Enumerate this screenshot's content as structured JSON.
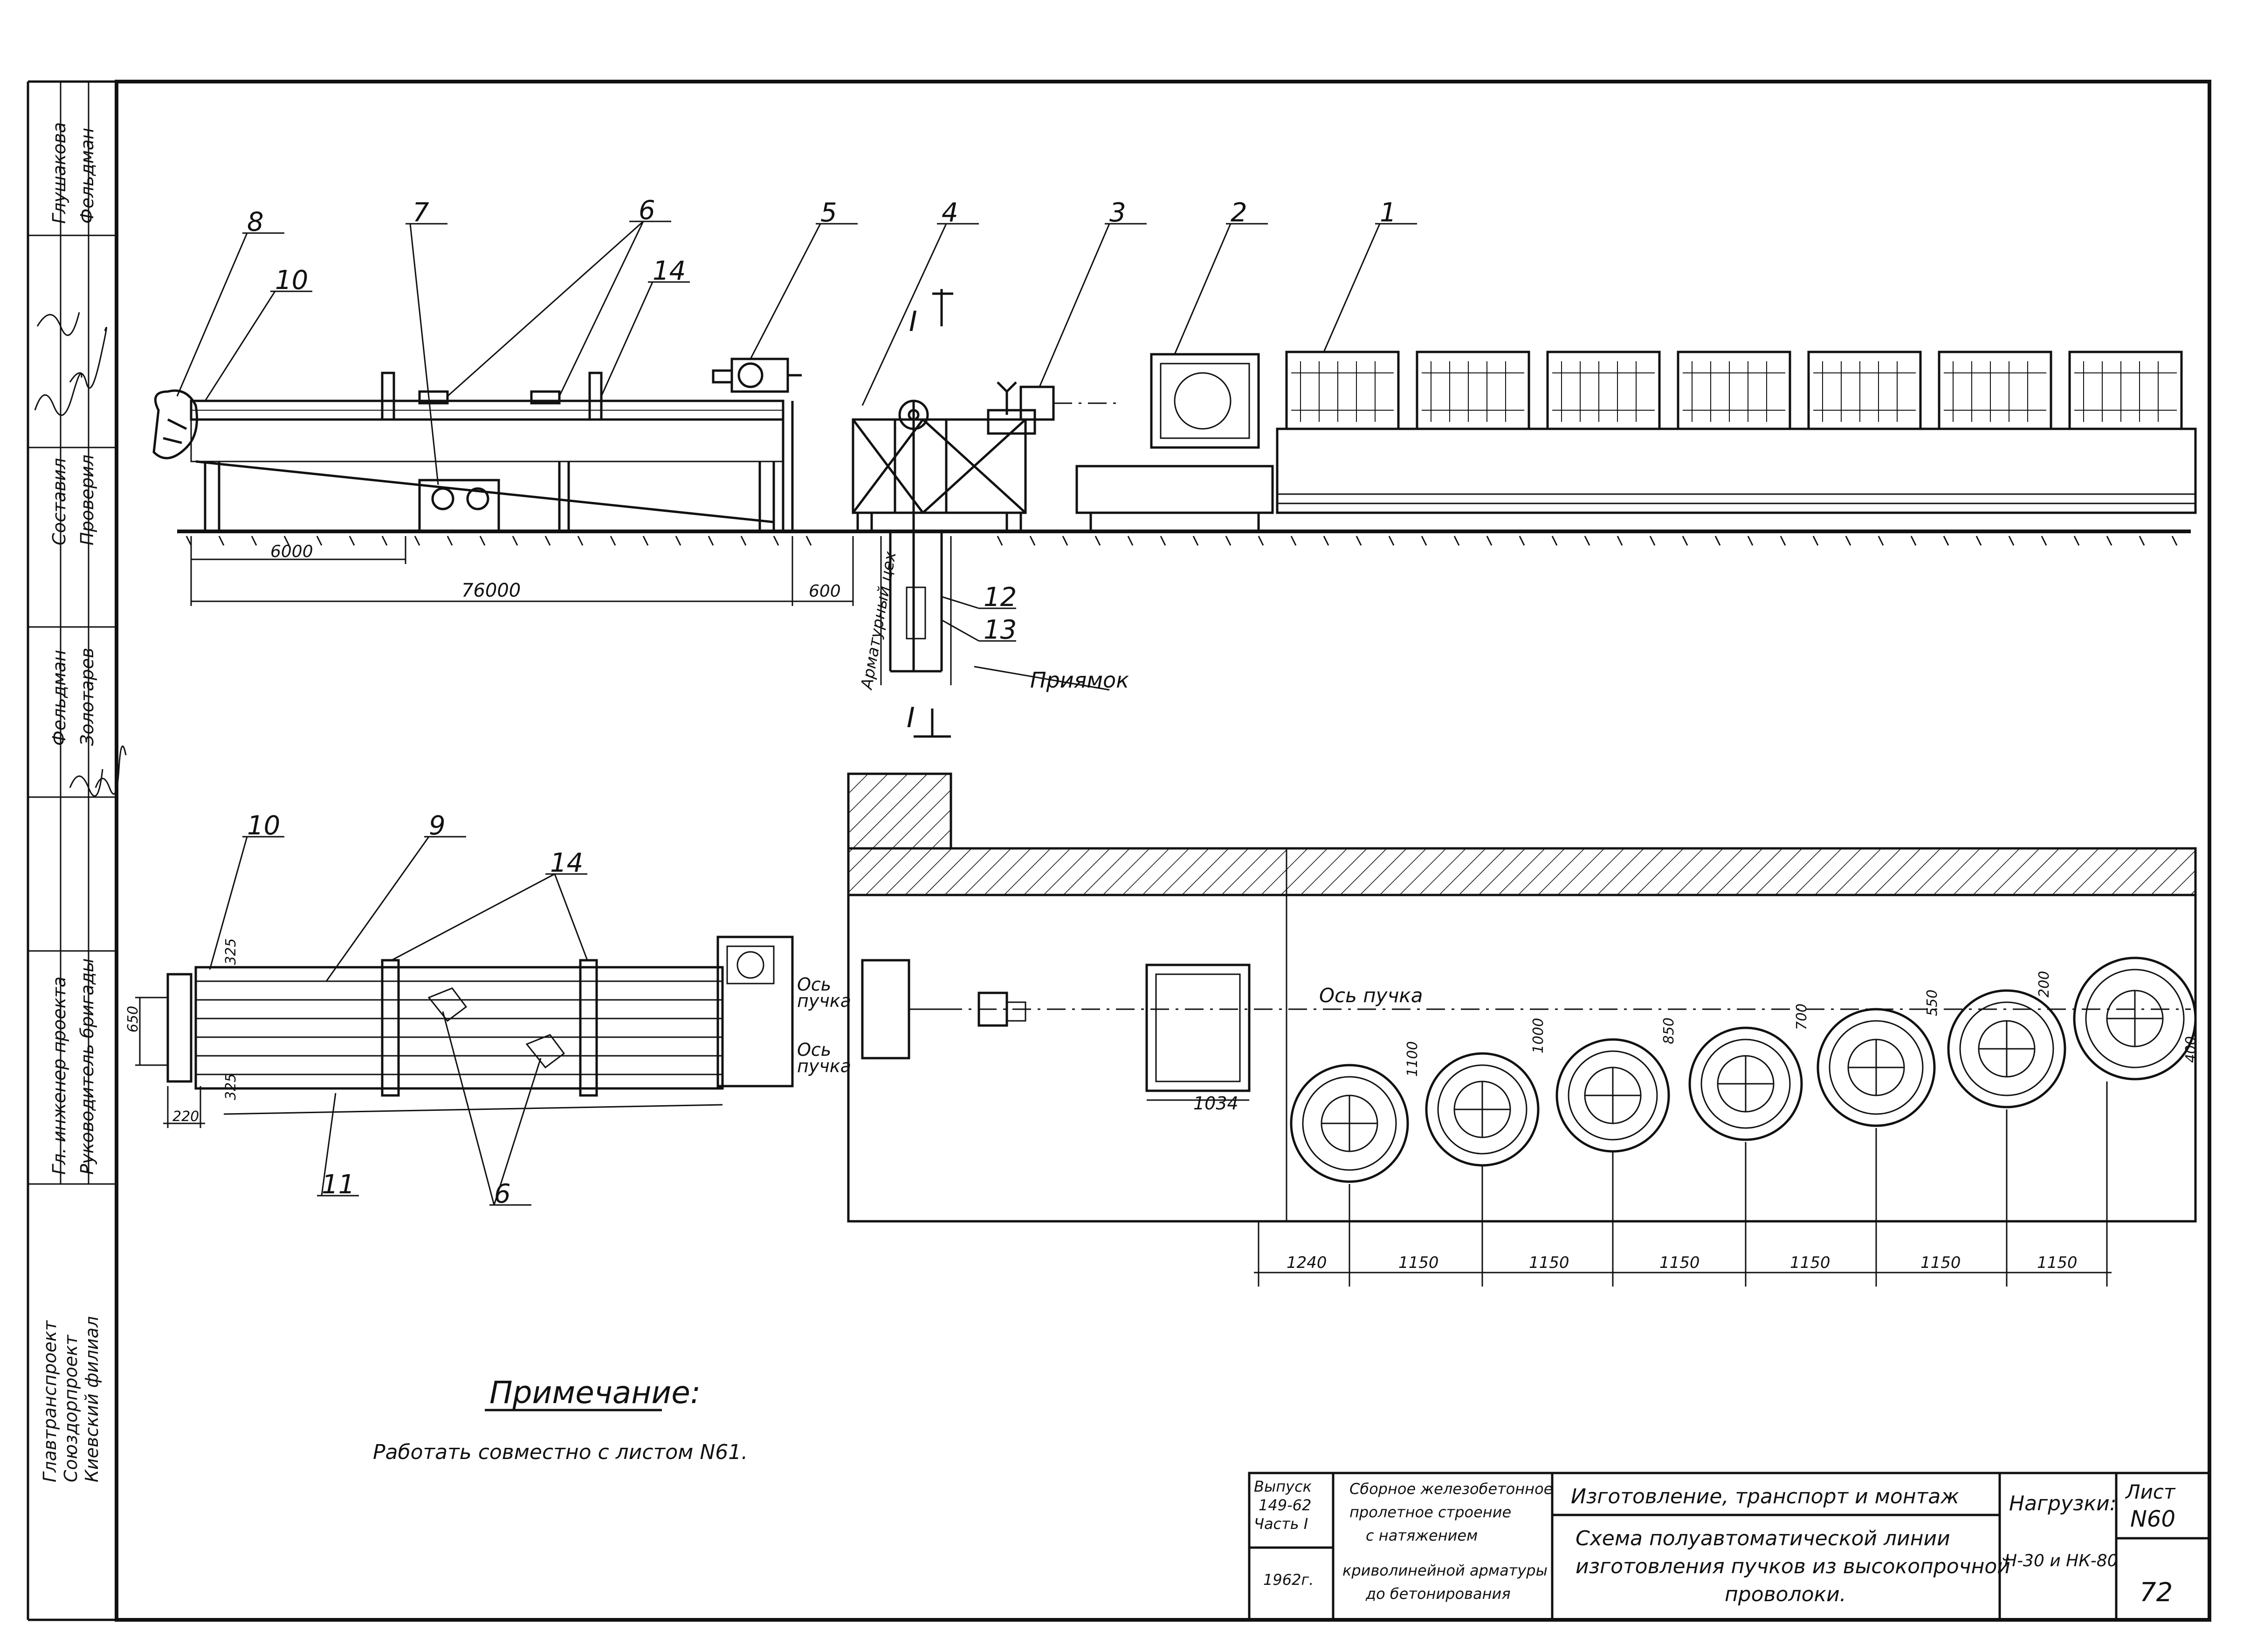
{
  "callouts": {
    "n1": "1",
    "n2": "2",
    "n3": "3",
    "n4": "4",
    "n5": "5",
    "n6": "6",
    "n7": "7",
    "n8": "8",
    "n9": "9",
    "n10": "10",
    "n11": "11",
    "n12": "12",
    "n13": "13",
    "n14": "14"
  },
  "section_mark": {
    "label": "I"
  },
  "elevation": {
    "dim_total": "76000",
    "dim_sub": "6000",
    "dim_gap": "600",
    "pit_label": "Приямок",
    "vertical_text": "Арматурный цех"
  },
  "plan": {
    "axis_label": "Ось пучка",
    "axis_left_1": "Ось",
    "axis_left_2": "пучка",
    "axis_left_3": "Ось",
    "axis_left_4": "пучка",
    "dim_325_top": "325",
    "dim_325_bottom": "325",
    "dim_650_left": "650",
    "dim_220": "220",
    "dim_1034": "1034",
    "reel_diameters": [
      "1100",
      "1000",
      "850",
      "700",
      "550",
      "400",
      "200"
    ],
    "spacing": [
      "1240",
      "1150",
      "1150",
      "1150",
      "1150",
      "1150",
      "1150"
    ]
  },
  "note": {
    "title": "Примечание:",
    "text": "Работать совместно с листом N61."
  },
  "side_stamp": {
    "org_1": "Главтранспроект",
    "org_2": "Союздорпроект",
    "org_3": "Киевский филиал",
    "role_1": "Гл. инженер проекта",
    "role_2": "Руководитель бригады",
    "role_3": "Составил",
    "role_4": "Проверил",
    "name_1": "Фельдман",
    "name_2": "Золотарев",
    "name_3": "Глушакова",
    "name_4": "Фельдман"
  },
  "title_block": {
    "issue_1": "Выпуск",
    "issue_2": "149-62",
    "issue_3": "Часть I",
    "year": "1962г.",
    "structure": [
      "Сборное железобетонное",
      "пролетное строение",
      "с натяжением",
      "криволинейной арматуры",
      "до бетонирования"
    ],
    "subject": "Изготовление, транспорт и монтаж",
    "title_1": "Схема полуавтоматической линии",
    "title_2": "изготовления пучков из высокопрочной",
    "title_3": "проволоки.",
    "loads_label": "Нагрузки:",
    "loads_value": "Н-30 и НК-80",
    "sheet_label": "Лист",
    "sheet_no": "N60",
    "page_no": "72"
  }
}
